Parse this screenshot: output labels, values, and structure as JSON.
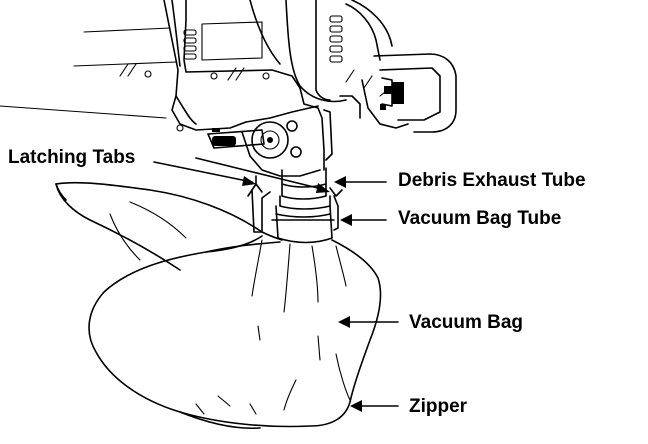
{
  "labels": {
    "latching_tabs": "Latching Tabs",
    "debris_exhaust_tube": "Debris Exhaust Tube",
    "vacuum_bag_tube": "Vacuum Bag Tube",
    "vacuum_bag": "Vacuum Bag",
    "zipper": "Zipper"
  },
  "colors": {
    "ink": "#000000",
    "background": "#ffffff"
  }
}
